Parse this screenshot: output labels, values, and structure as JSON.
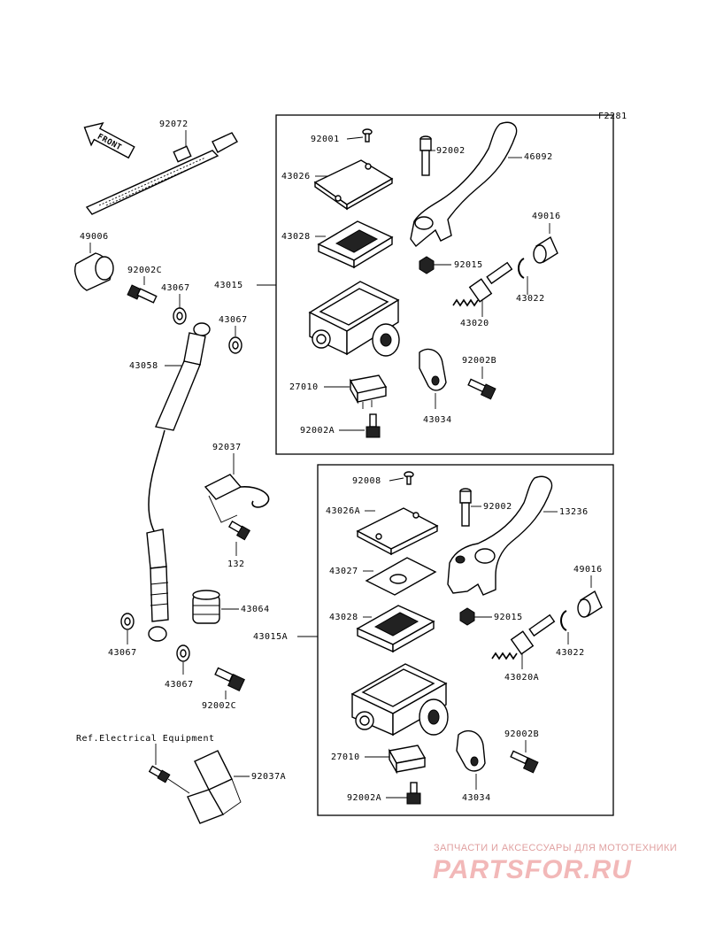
{
  "diagram_code": "F2281",
  "front_label": "FRONT",
  "ref_label": "Ref.Electrical Equipment",
  "parts": {
    "p92072": "92072",
    "p49006": "49006",
    "p92002C_top": "92002C",
    "p43067_a": "43067",
    "p43067_b": "43067",
    "p43015": "43015",
    "p43058": "43058",
    "p92037": "92037",
    "p132": "132",
    "p43064": "43064",
    "p43067_c": "43067",
    "p43067_d": "43067",
    "p92002C_bot": "92002C",
    "p92037A": "92037A",
    "p92001": "92001",
    "p92002_top": "92002",
    "p46092": "46092",
    "p43026": "43026",
    "p43028_top": "43028",
    "p49016_top": "49016",
    "p92015_top": "92015",
    "p43022_top": "43022",
    "p43020": "43020",
    "p92002B_top": "92002B",
    "p27010_top": "27010",
    "p43034_top": "43034",
    "p92002A_top": "92002A",
    "p92008": "92008",
    "p92002_bot": "92002",
    "p13236": "13236",
    "p43026A": "43026A",
    "p43027": "43027",
    "p49016_bot": "49016",
    "p43028_bot": "43028",
    "p92015_bot": "92015",
    "p43015A": "43015A",
    "p43022_bot": "43022",
    "p43020A": "43020A",
    "p92002B_bot": "92002B",
    "p27010_bot": "27010",
    "p92002A_bot": "92002A",
    "p43034_bot": "43034"
  },
  "watermark": {
    "tagline": "ЗАПЧАСТИ И АКСЕССУАРЫ ДЛЯ МОТОТЕХНИКИ",
    "logo": "PARTSFOR.RU"
  }
}
